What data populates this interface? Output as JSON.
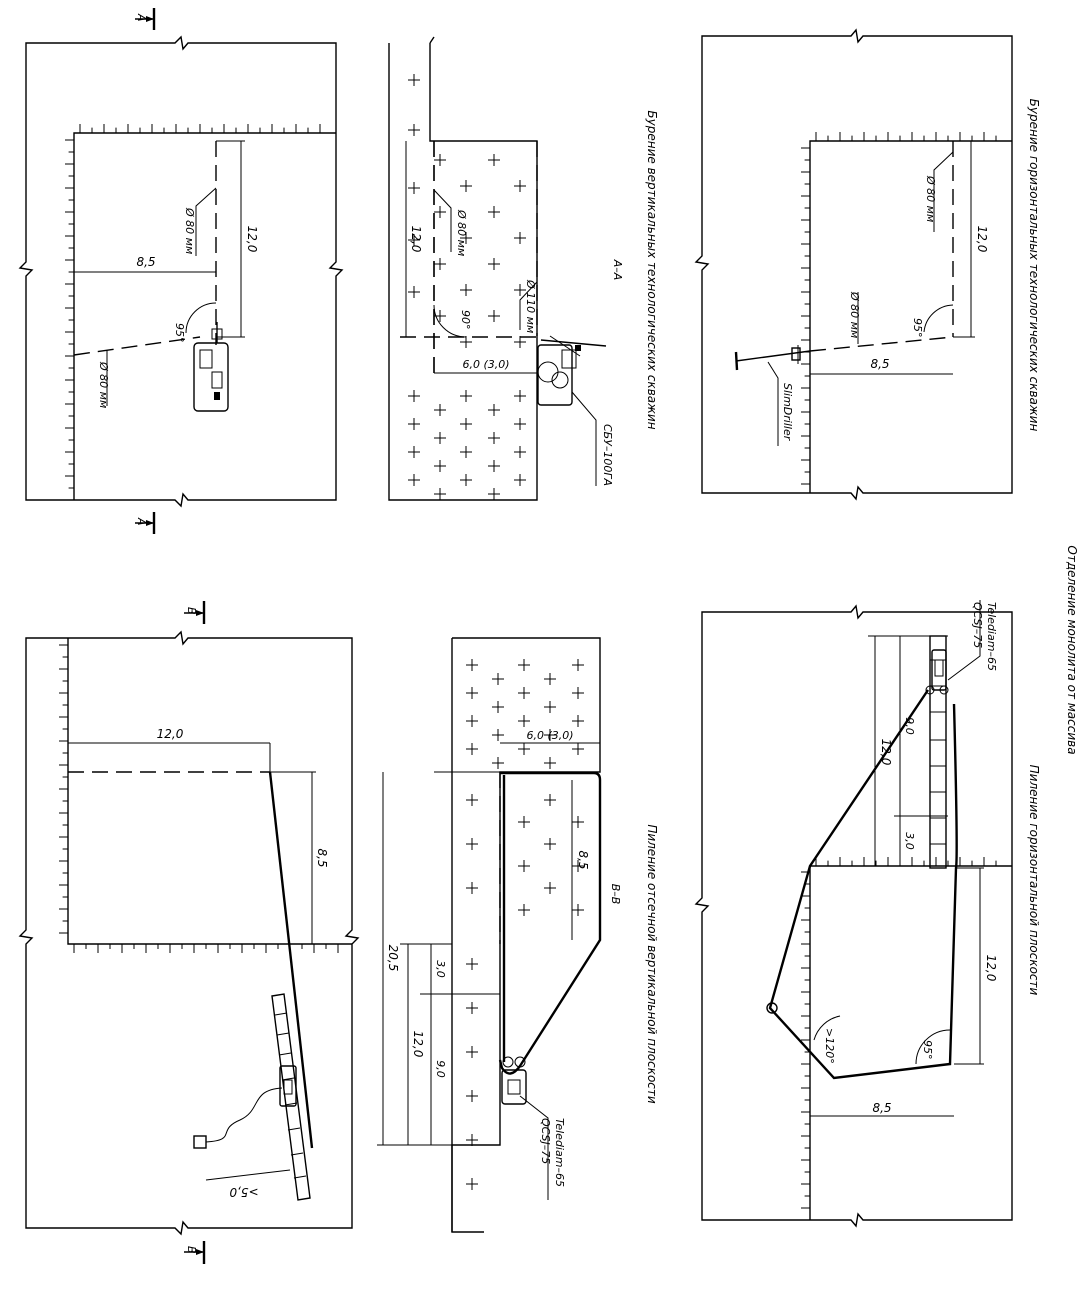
{
  "section_marks": {
    "a": "А",
    "b": "В"
  },
  "cut_labels": {
    "aa": "А–А",
    "bb": "В–В"
  },
  "captions": {
    "vertical_drilling": "Бурение вертикальных технологических скважин",
    "horizontal_drilling": "Бурение горизонтальных технологических скважин",
    "separation": "Отделение монолита от массива",
    "vertical_sawing": "Пиление отсечной вертикальной плоскости",
    "horizontal_sawing": "Пиление горизонтальной плоскости"
  },
  "equipment": {
    "sbu": "СБУ–100ГА",
    "slimdriller": "SlimDriller",
    "telediam": "Telediam–65",
    "qcsj": "QCSJ–75"
  },
  "dims": {
    "d80": "Ø 80 мм",
    "d110": "Ø 110 мм",
    "v12": "12,0",
    "v8_5": "8,5",
    "v6_3": "6,0 (3,0)",
    "v9": "9,0",
    "v3": "3,0",
    "v20_5": "20,5",
    "v5": ">5,0",
    "a95": "95°",
    "a90": "90°",
    "a120": ">120°"
  }
}
